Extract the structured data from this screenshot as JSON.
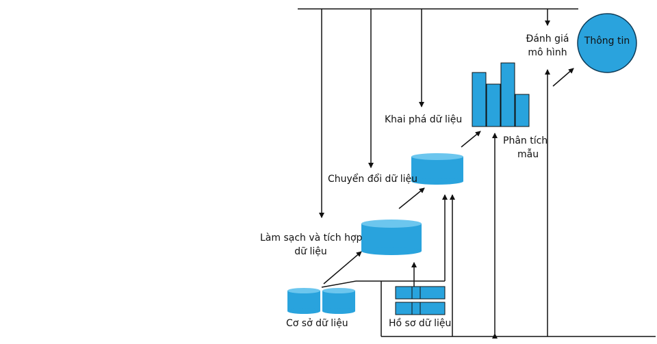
{
  "labels": {
    "source": "Cơ sở dữ liệu",
    "profile": "Hồ sơ dữ liệu",
    "clean_line1": "Làm sạch và tích hợp",
    "clean_line2": "dữ liệu",
    "transform": "Chuyển đổi dữ liệu",
    "mining": "Khai phá dữ liệu",
    "pattern_line1": "Phân tích",
    "pattern_line2": "mẫu",
    "eval_line1": "Đánh giá",
    "eval_line2": "mô hình",
    "info": "Thông tin"
  },
  "colors": {
    "shape_fill": "#29a3dd",
    "shape_top": "#6cc6ee",
    "circle_fill": "#2aa3dd",
    "line": "#111111"
  }
}
